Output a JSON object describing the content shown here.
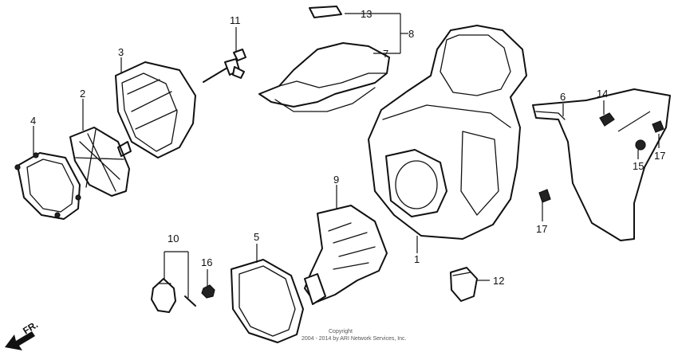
{
  "callouts": {
    "c1": "1",
    "c2": "2",
    "c3": "3",
    "c4": "4",
    "c5": "5",
    "c6": "6",
    "c7": "7",
    "c8": "8",
    "c9": "9",
    "c10": "10",
    "c11": "11",
    "c12": "12",
    "c13": "13",
    "c14": "14",
    "c15": "15",
    "c16": "16",
    "c17a": "17",
    "c17b": "17"
  },
  "direction_label": "FR.",
  "copyright": {
    "line1": "Copyright",
    "line2": "2004 - 2014 by ARI Network Services, Inc."
  }
}
